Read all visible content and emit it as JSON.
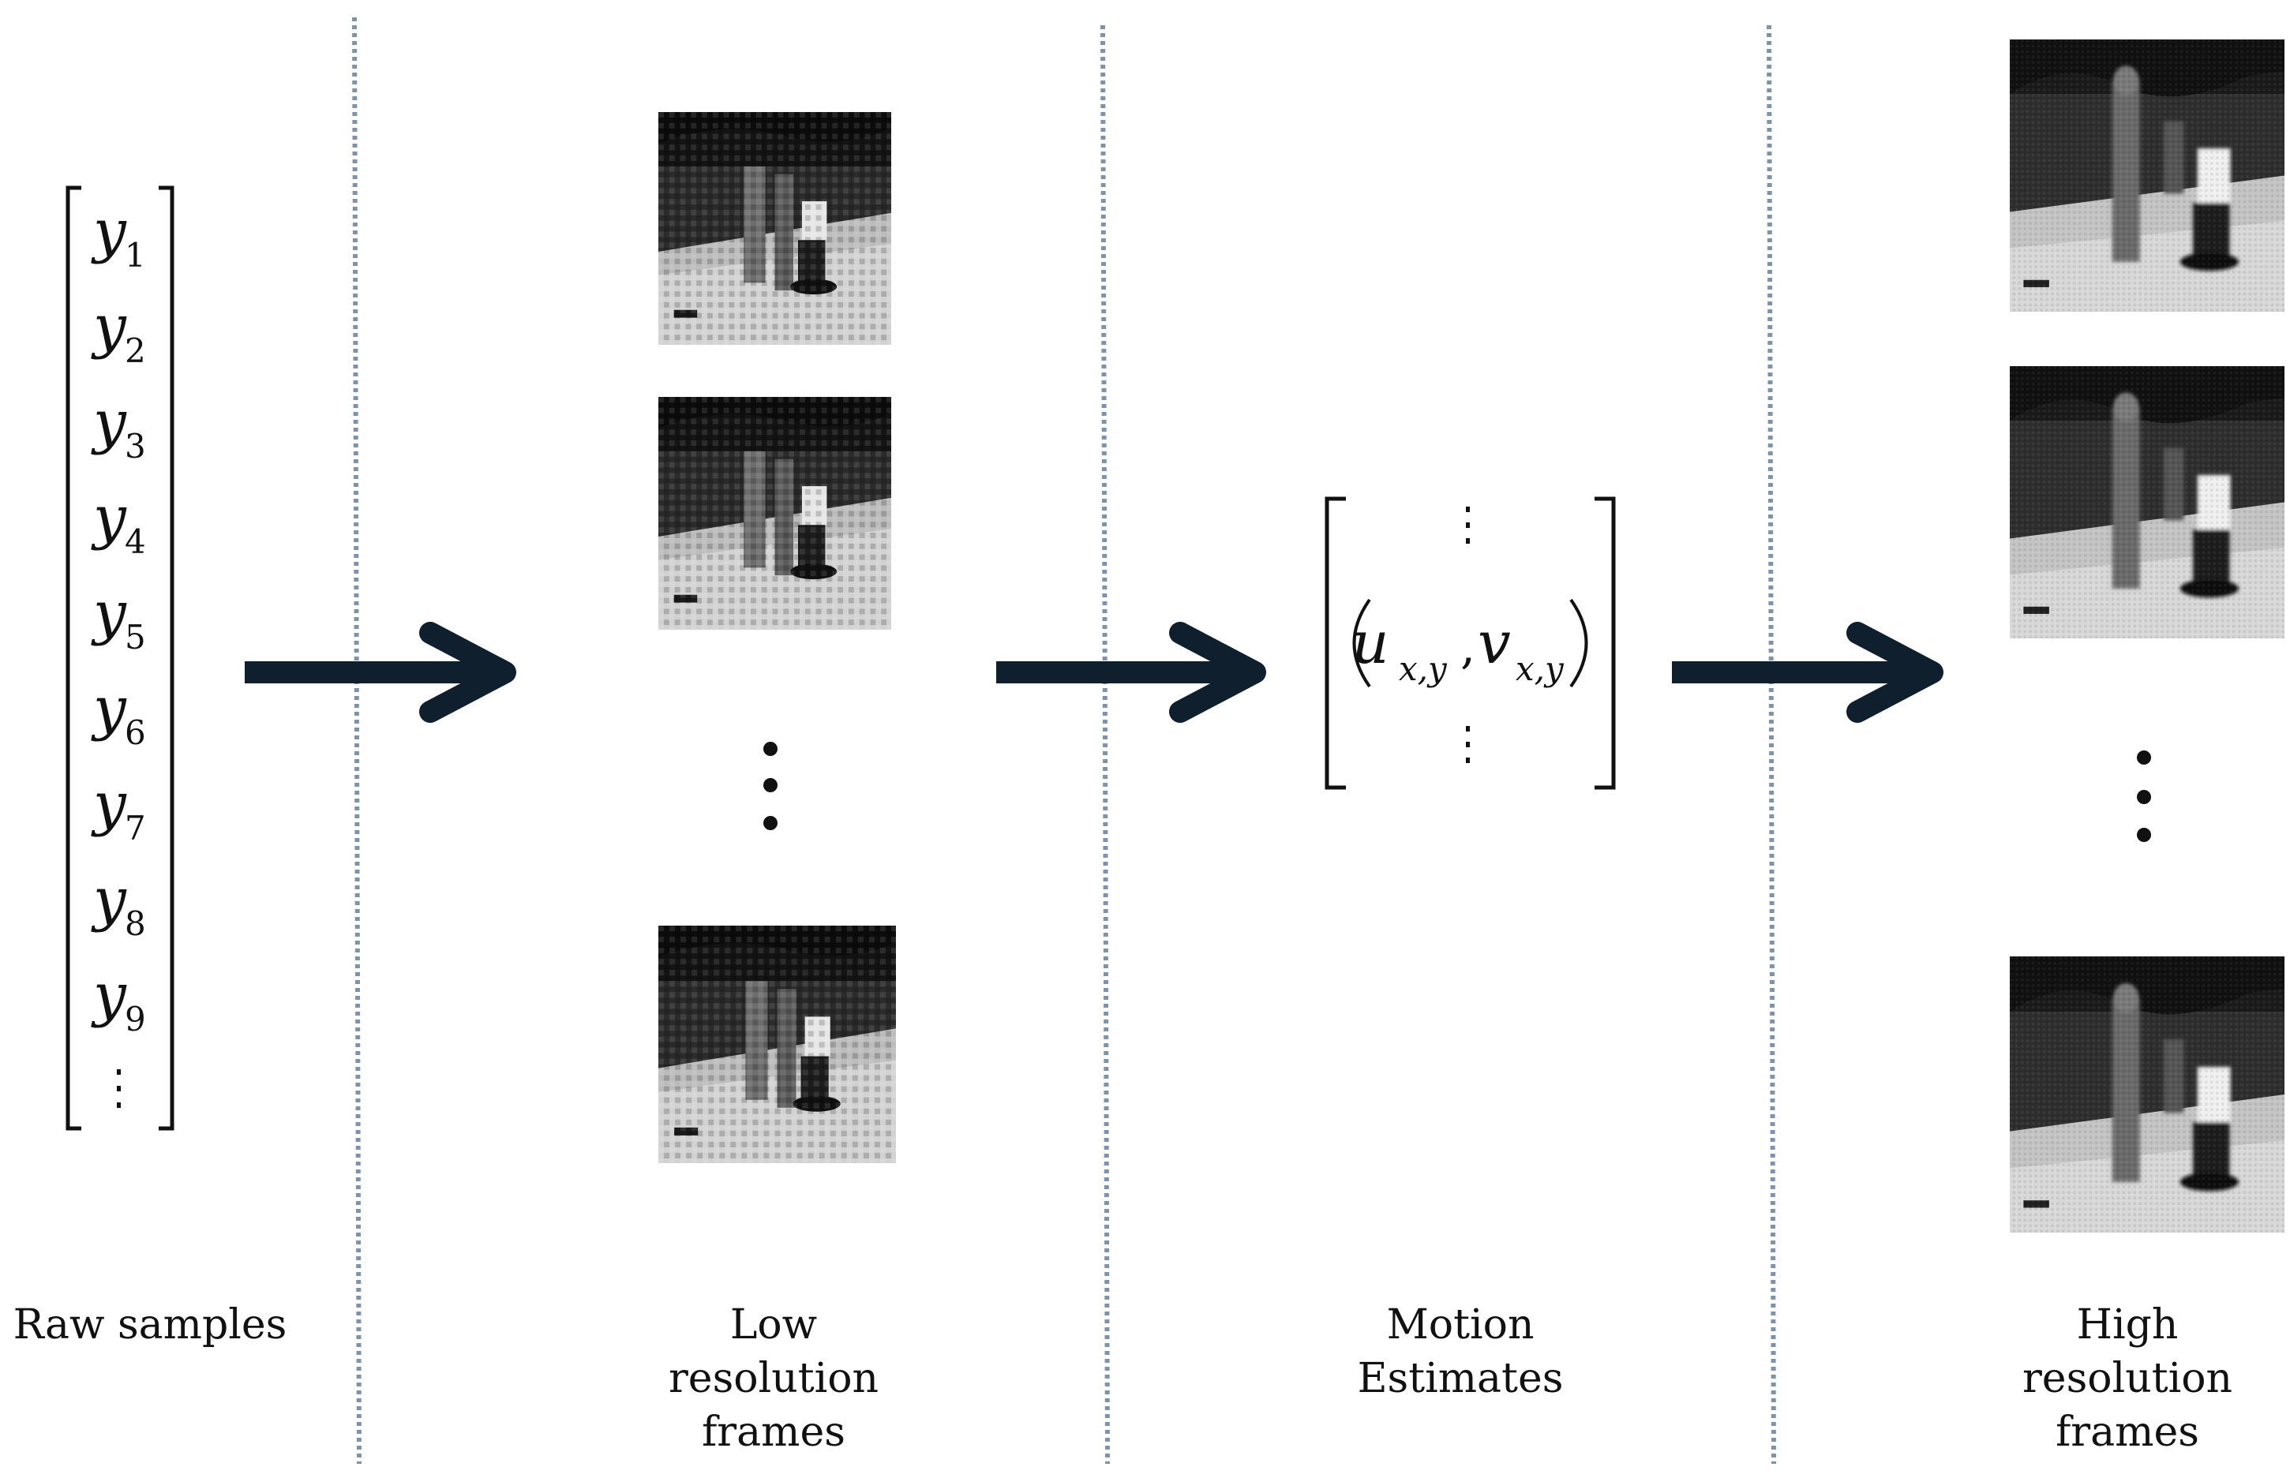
{
  "raw_samples": {
    "vector_entries": [
      {
        "symbol": "y",
        "subscript": "1"
      },
      {
        "symbol": "y",
        "subscript": "2"
      },
      {
        "symbol": "y",
        "subscript": "3"
      },
      {
        "symbol": "y",
        "subscript": "4"
      },
      {
        "symbol": "y",
        "subscript": "5"
      },
      {
        "symbol": "y",
        "subscript": "6"
      },
      {
        "symbol": "y",
        "subscript": "7"
      },
      {
        "symbol": "y",
        "subscript": "8"
      },
      {
        "symbol": "y",
        "subscript": "9"
      }
    ],
    "caption": "Raw samples"
  },
  "low_res": {
    "caption_lines": [
      "Low",
      "resolution",
      "frames"
    ]
  },
  "motion": {
    "u": "u",
    "v": "v",
    "subscript": "x,y",
    "comma": ",",
    "caption_lines": [
      "Motion",
      "Estimates"
    ]
  },
  "high_res": {
    "caption_lines": [
      "High",
      "resolution",
      "frames"
    ]
  },
  "colors": {
    "arrow": "#0f1f2e",
    "divider": "#7f93a8",
    "ink": "#111111"
  }
}
